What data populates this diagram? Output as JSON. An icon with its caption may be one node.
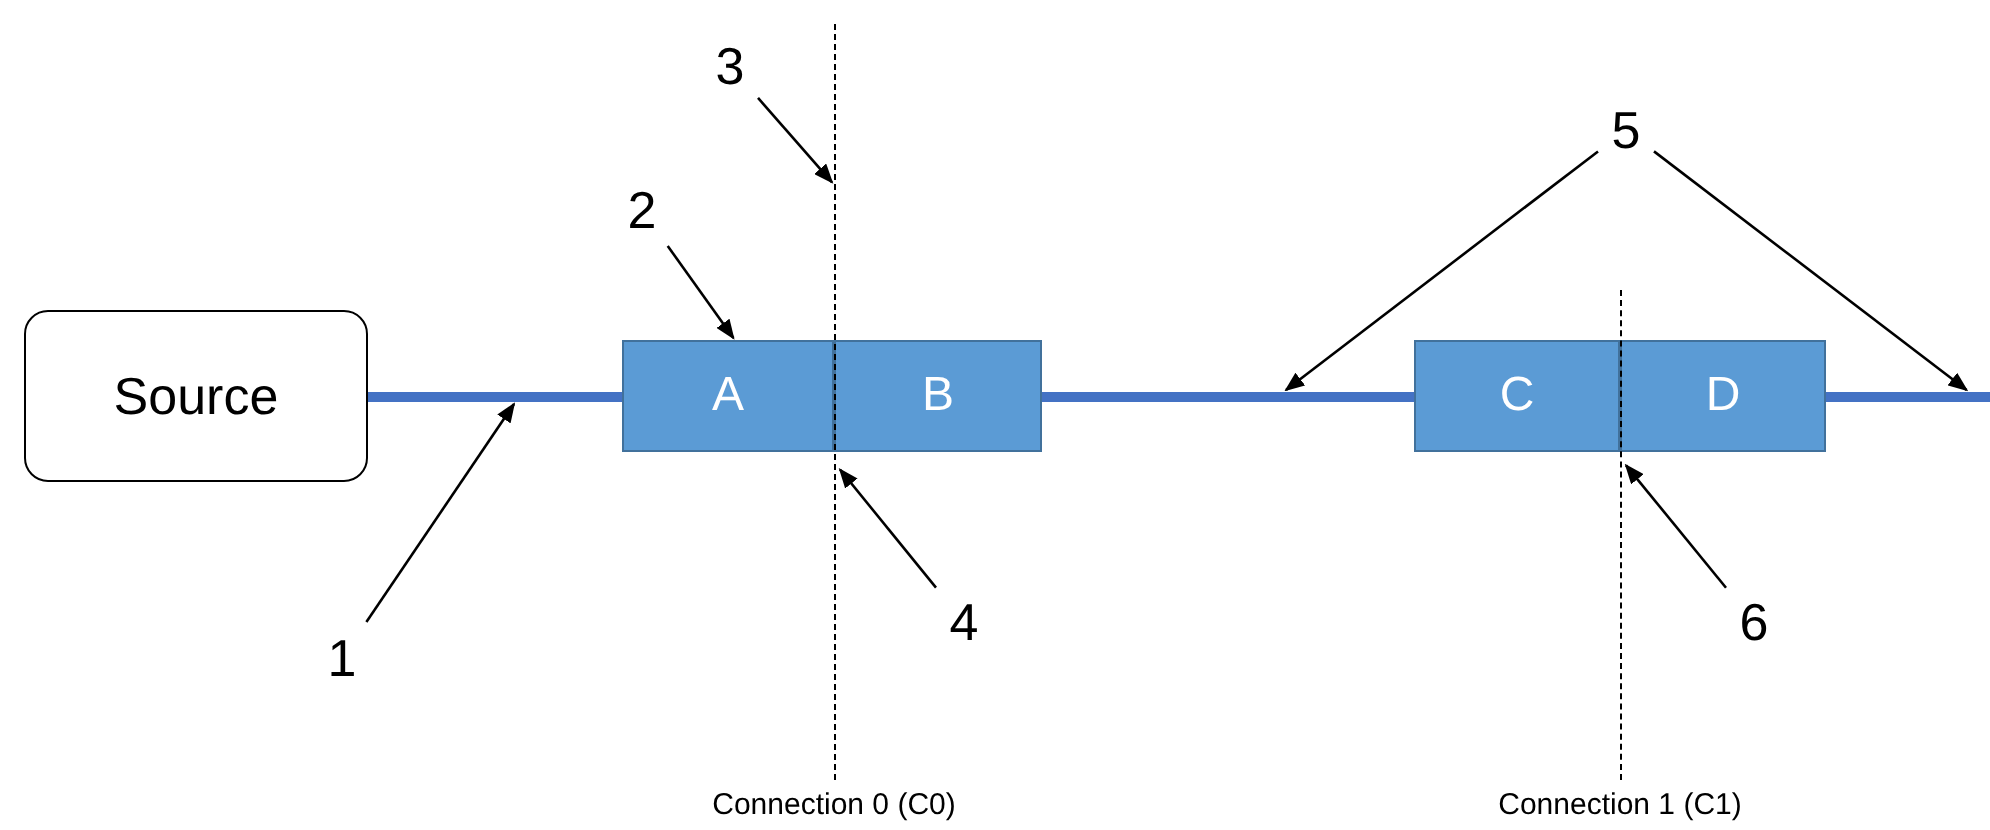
{
  "diagram": {
    "nodes": [
      {
        "text": [
          "Source"
        ]
      },
      {
        "text": [
          "A"
        ]
      },
      {
        "text": [
          "B"
        ]
      },
      {
        "text": [
          "C"
        ]
      },
      {
        "text": [
          "D"
        ]
      },
      {
        "text": [],
        "shape": "bar"
      },
      {
        "text": [],
        "shape": "bar"
      },
      {
        "text": [],
        "shape": "bar"
      },
      {
        "text": [
          "1"
        ]
      },
      {
        "text": [
          "2"
        ]
      },
      {
        "text": [
          "3"
        ]
      },
      {
        "text": [
          "4"
        ]
      },
      {
        "text": [
          "5"
        ]
      },
      {
        "text": [
          "6"
        ]
      },
      {
        "text": [],
        "shape": "line",
        "beside": [
          "Connection 0 (C0)"
        ]
      },
      {
        "text": [],
        "shape": "line",
        "beside": [
          "Connection 1 (C1)"
        ]
      }
    ],
    "edges": [
      {
        "from": 8,
        "to": 5,
        "arrow": "to"
      },
      {
        "from": 9,
        "to": 1,
        "arrow": "to"
      },
      {
        "from": 10,
        "to": 14,
        "arrow": "to"
      },
      {
        "from": 11,
        "to": 14,
        "arrow": "to"
      },
      {
        "from": 12,
        "to": 6,
        "arrow": "to"
      },
      {
        "from": 12,
        "to": 7,
        "arrow": "to"
      },
      {
        "from": 13,
        "to": 15,
        "arrow": "to"
      }
    ]
  }
}
